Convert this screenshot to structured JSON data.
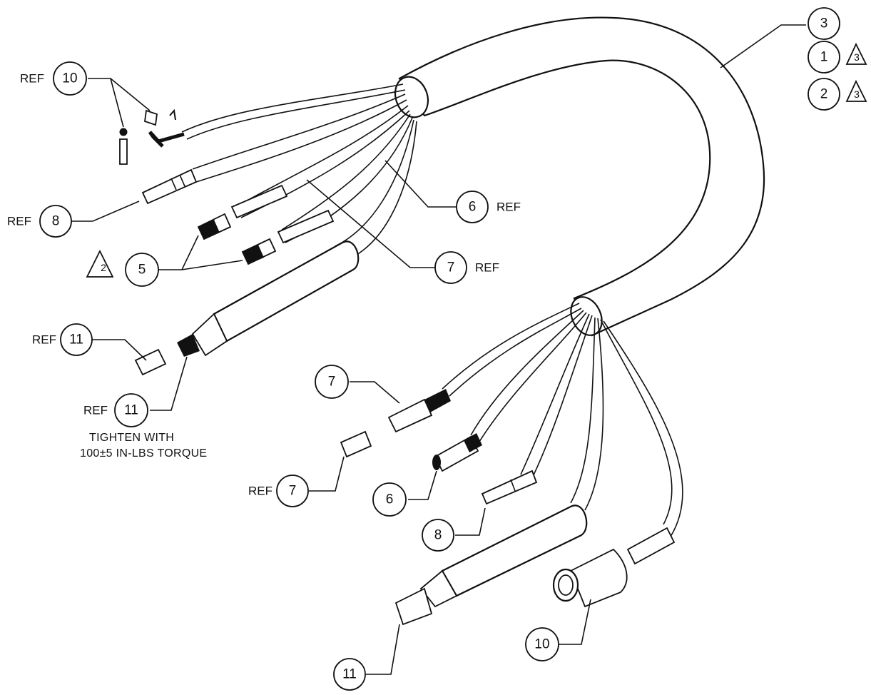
{
  "callouts": {
    "c3_top": "3",
    "c1": "1",
    "c2": "2",
    "ref10_num": "10",
    "ref8_num": "8",
    "c6_upper": "6",
    "c5": "5",
    "c7_upper": "7",
    "ref11_a_num": "11",
    "ref11_b_num": "11",
    "c7_mid": "7",
    "ref7_num": "7",
    "c6_lower": "6",
    "c8_lower": "8",
    "c10_lower": "10",
    "c11_lower": "11"
  },
  "flags": {
    "t1": "3",
    "t2": "3",
    "t5": "2"
  },
  "ref_label": "REF",
  "note": {
    "line1": "TIGHTEN WITH",
    "line2": "100±5 IN-LBS TORQUE"
  }
}
